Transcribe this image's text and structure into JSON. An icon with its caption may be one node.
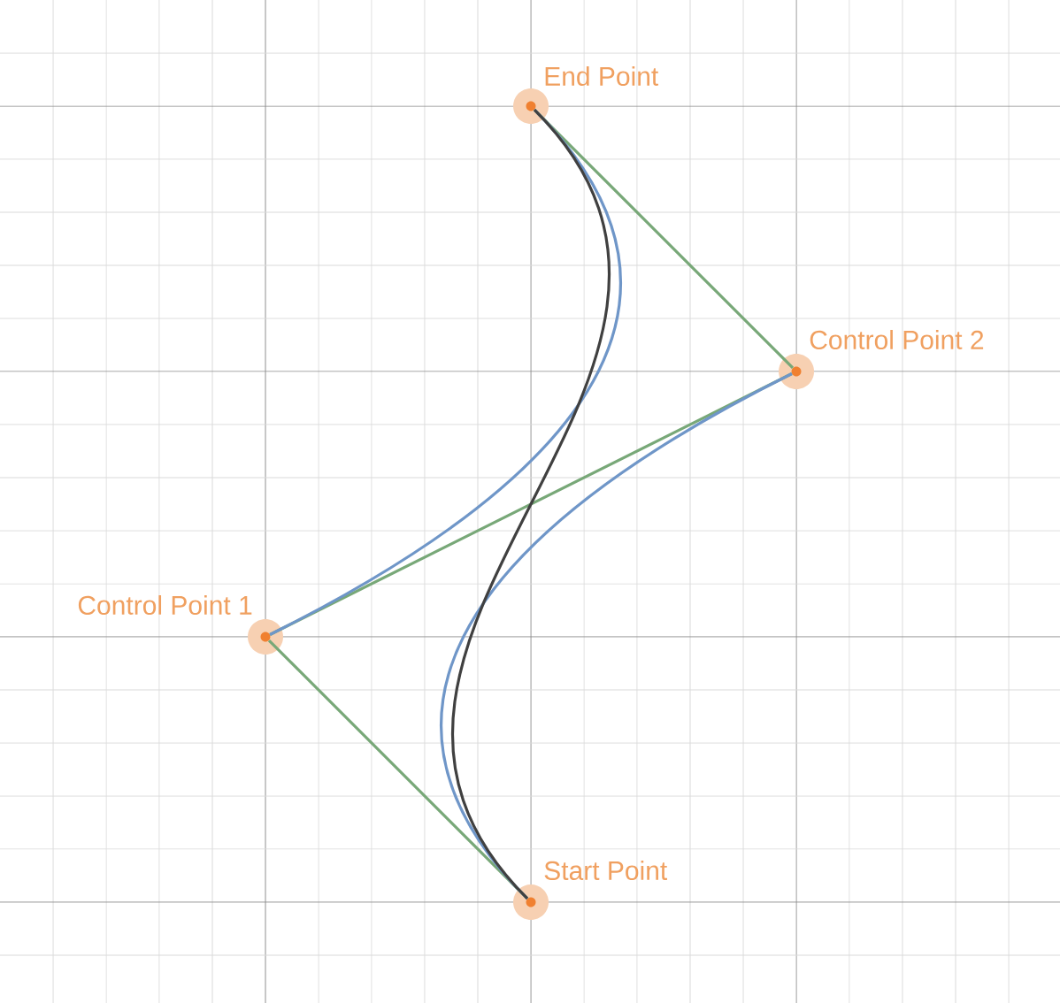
{
  "diagram": {
    "nodes": [
      {
        "text": [
          "End Point"
        ]
      },
      {
        "text": [
          "Control Point 2"
        ]
      },
      {
        "text": [
          "Control Point 1"
        ]
      },
      {
        "text": [
          "Start Point"
        ]
      }
    ],
    "edges": [
      {
        "from": 3,
        "to": 2,
        "arrow": "none"
      },
      {
        "from": 2,
        "to": 1,
        "arrow": "none"
      },
      {
        "from": 1,
        "to": 0,
        "arrow": "none"
      },
      {
        "from": 3,
        "to": 1,
        "arrow": "none",
        "color": "#6f96c8"
      },
      {
        "from": 2,
        "to": 0,
        "arrow": "none",
        "color": "#6f96c8"
      },
      {
        "from": 3,
        "to": 0,
        "arrow": "none",
        "color": "#404040"
      }
    ]
  }
}
